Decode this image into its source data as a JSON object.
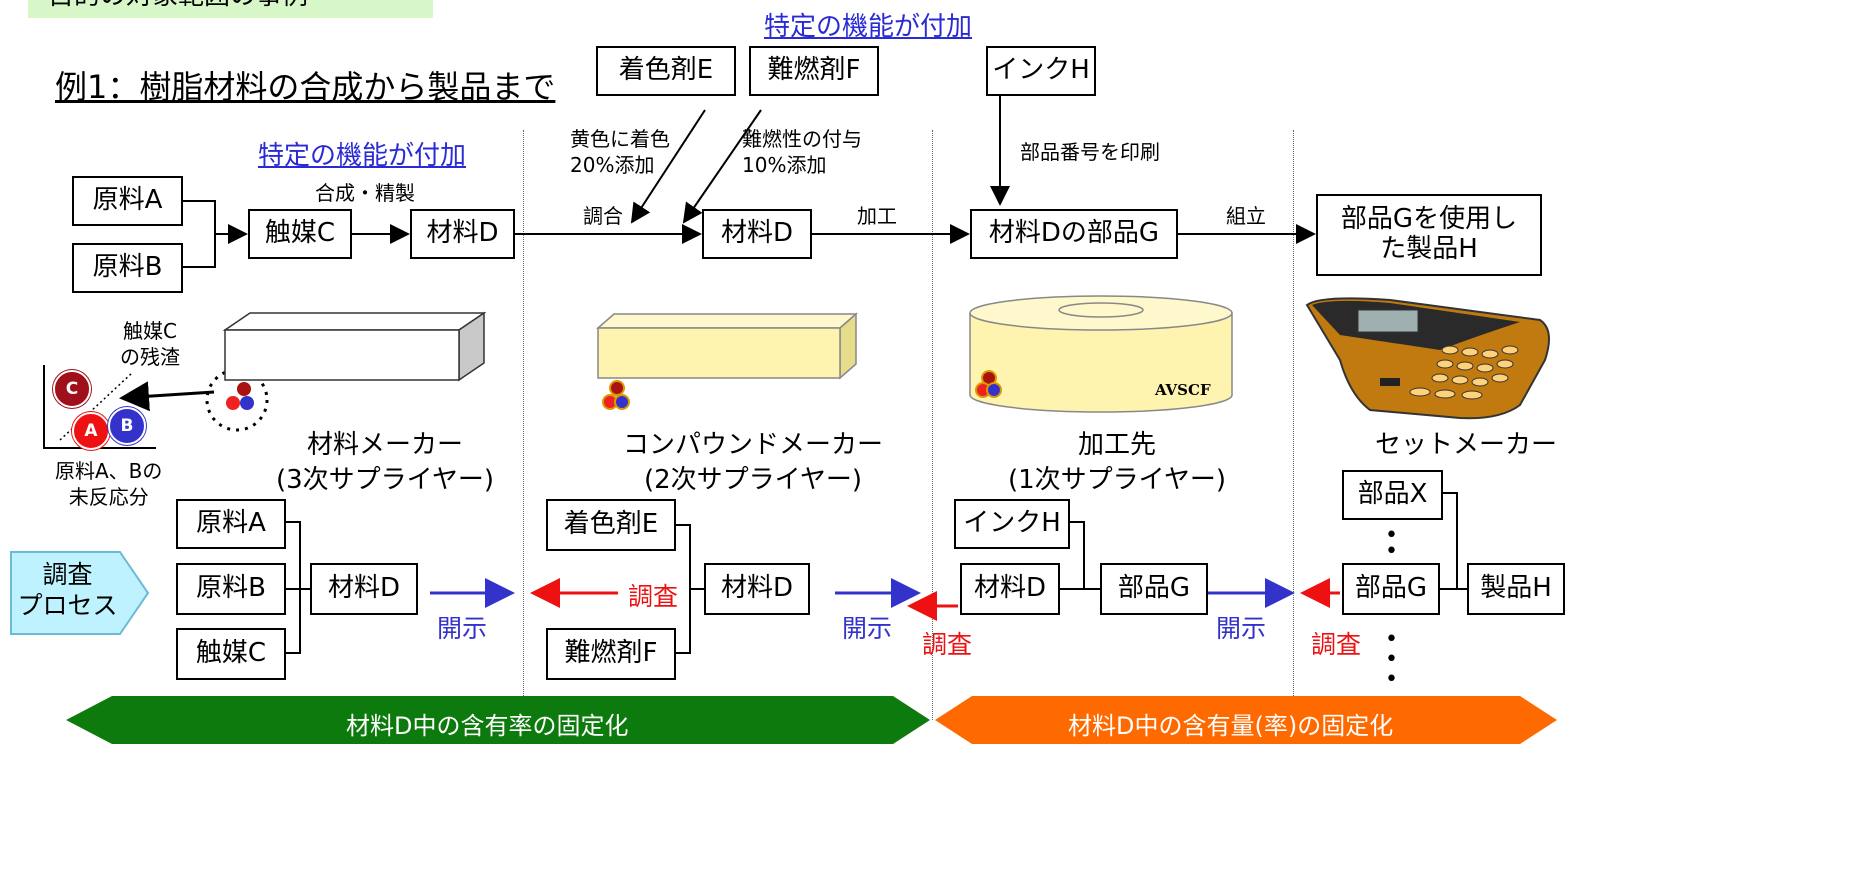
{
  "badge": "目的の対象範囲の事例",
  "title": "例1：樹脂材料の合成から製品まで",
  "function_added_top": "特定の機能が付加",
  "function_added_left": "特定の機能が付加",
  "top_flow": {
    "raw_a": "原料A",
    "raw_b": "原料B",
    "catalyst_c": "触媒C",
    "material_d_1": "材料D",
    "material_d_2": "材料D",
    "part_g": "材料Dの部品G",
    "product_h": "部品Gを使用した製品H",
    "colorant_e": "着色剤E",
    "flame_f": "難燃剤F",
    "ink_h": "インクH",
    "synthesis": "合成・精製",
    "compound": "調合",
    "processing": "加工",
    "assembly": "組立",
    "yellow_note": "黄色に着色\n20%添加",
    "flame_note": "難燃性の付与\n10%添加",
    "print_note": "部品番号を印刷"
  },
  "illustration": {
    "residue_label": "触媒C\nの残渣",
    "unreacted_label": "原料A、Bの\n未反応分",
    "ball_c": "C",
    "ball_a": "A",
    "ball_b": "B",
    "avscf": "AVSCF"
  },
  "makers": {
    "material": "材料メーカー\n(3次サプライヤー)",
    "compound": "コンパウンドメーカー\n(2次サプライヤー)",
    "processor": "加工先\n(1次サプライヤー)",
    "set": "セットメーカー"
  },
  "survey": {
    "process_label": "調査\nプロセス",
    "m1": [
      "原料A",
      "原料B",
      "触媒C"
    ],
    "m1_out": "材料D",
    "m2": [
      "着色剤E",
      "難燃剤F"
    ],
    "m2_out": "材料D",
    "m3": [
      "インクH",
      "材料D"
    ],
    "m3_out": "部品G",
    "m4": [
      "部品X",
      "部品G"
    ],
    "m4_out": "製品H",
    "disclose": "開示",
    "investigate": "調査"
  },
  "chevrons": {
    "left": "材料D中の含有率の固定化",
    "right": "材料D中の含有量(率)の固定化"
  },
  "colors": {
    "blue_arrow": "#3333cc",
    "red_arrow": "#ee1111",
    "green_chevron": "#0d7a0d",
    "orange_chevron": "#ff6a00",
    "survey_pentagon": "#bff2ff"
  }
}
